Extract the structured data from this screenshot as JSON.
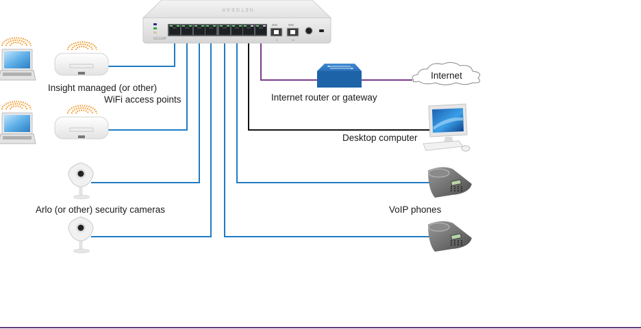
{
  "switch": {
    "brand": "NETGEAR",
    "model": "GC110P",
    "sfp_ports": [
      "9",
      "10"
    ],
    "rj45_port_count": 8
  },
  "labels": {
    "access_points": [
      "Insight managed (or other)",
      "WiFi access points"
    ],
    "cameras": "Arlo (or other) security cameras",
    "router": "Internet router or gateway",
    "internet": "Internet",
    "desktop": "Desktop computer",
    "voip": "VoIP phones"
  },
  "devices": [
    {
      "id": "laptop-1",
      "icon": "laptop-icon"
    },
    {
      "id": "laptop-2",
      "icon": "laptop-icon"
    },
    {
      "id": "access-point-1",
      "icon": "wifi-access-point-icon",
      "port": 1
    },
    {
      "id": "access-point-2",
      "icon": "wifi-access-point-icon",
      "port": 2
    },
    {
      "id": "camera-1",
      "icon": "security-camera-icon",
      "port": 3
    },
    {
      "id": "camera-2",
      "icon": "security-camera-icon",
      "port": 4
    },
    {
      "id": "voip-phone-2",
      "icon": "conference-phone-icon",
      "port": 5
    },
    {
      "id": "voip-phone-1",
      "icon": "conference-phone-icon",
      "port": 6
    },
    {
      "id": "desktop",
      "icon": "desktop-computer-icon",
      "port": 7
    },
    {
      "id": "router",
      "icon": "router-icon",
      "port": 8
    },
    {
      "id": "internet",
      "icon": "cloud-icon"
    }
  ],
  "colors": {
    "ethernet_cable": "#1f7bc4",
    "desktop_cable": "#111111",
    "uplink_cable": "#7b3a8c",
    "wifi_waves": "#f39a2b",
    "router": "#1d63a8",
    "rule": "#5b3a7a"
  }
}
